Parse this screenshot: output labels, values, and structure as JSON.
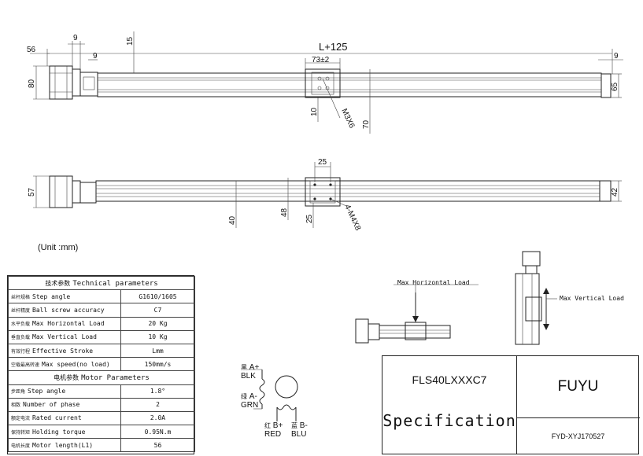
{
  "top_view": {
    "dims": {
      "length": "L+125",
      "motor_len": "56",
      "d9a": "9",
      "d15": "15",
      "d9b": "9",
      "slider_w": "73±2",
      "d9_right": "9",
      "height_left": "80",
      "height_right": "65",
      "d10": "10",
      "d70": "70",
      "thread": "M3X6"
    }
  },
  "side_view": {
    "dims": {
      "d25": "25",
      "height_left": "57",
      "height_right": "42",
      "d40": "40",
      "d48": "48",
      "d25b": "25",
      "holes": "4-M4X8"
    }
  },
  "unit_note": "(Unit :mm)",
  "tech_table": {
    "title_zh": "技术参数",
    "title_en": "Technical parameters",
    "rows": [
      {
        "zh": "丝杆规格",
        "label": "Step angle",
        "value": "G1610/1605"
      },
      {
        "zh": "丝杆精度",
        "label": "Ball screw accuracy",
        "value": "C7"
      },
      {
        "zh": "水平负载",
        "label": "Max Horizontal Load",
        "value": "20 Kg"
      },
      {
        "zh": "垂直负载",
        "label": "Max Vertical Load",
        "value": "10 Kg"
      },
      {
        "zh": "有效行程",
        "label": "Effective Stroke",
        "value": "Lmm"
      },
      {
        "zh": "空载最高转速",
        "label": "Max speed(no load)",
        "value": "150mm/s"
      }
    ],
    "motor_title_zh": "电机参数",
    "motor_title_en": "Motor Parameters",
    "motor_rows": [
      {
        "zh": "步距角",
        "label": "Step angle",
        "value": "1.8°"
      },
      {
        "zh": "相数",
        "label": "Number of phase",
        "value": "2"
      },
      {
        "zh": "额定电流",
        "label": "Rated current",
        "value": "2.0A"
      },
      {
        "zh": "保持转矩",
        "label": "Holding torque",
        "value": "0.95N.m"
      },
      {
        "zh": "电机长度",
        "label": "Motor length(L1)",
        "value": "56"
      }
    ]
  },
  "wiring": {
    "a_plus_zh": "黑",
    "a_plus": "A+",
    "a_plus_color": "BLK",
    "a_minus_zh": "绿",
    "a_minus": "A-",
    "a_minus_color": "GRN",
    "b_plus_zh": "红",
    "b_plus": "B+",
    "b_plus_color": "RED",
    "b_minus_zh": "蓝",
    "b_minus": "B-",
    "b_minus_color": "BLU"
  },
  "load_diagram": {
    "horizontal_label": "Max Horizontal Load",
    "vertical_label": "Max Vertical Load"
  },
  "title_block": {
    "model": "FLS40LXXXC7",
    "spec": "Specification",
    "brand": "FUYU",
    "doc_no": "FYD-XYJ170527"
  }
}
